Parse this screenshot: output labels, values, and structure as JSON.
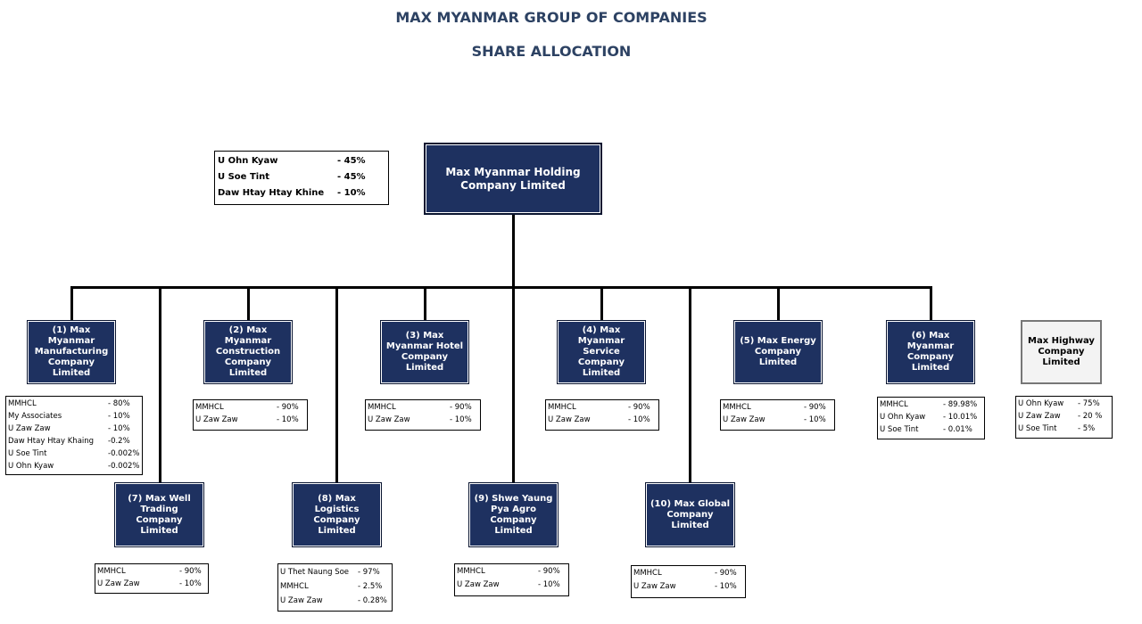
{
  "header": {
    "title": "MAX MYANMAR GROUP OF COMPANIES",
    "subtitle": "SHARE ALLOCATION"
  },
  "holding": {
    "name": "Max Myanmar Holding Company Limited",
    "owners": [
      {
        "name": "U Ohn Kyaw",
        "pct": "- 45%"
      },
      {
        "name": "U Soe Tint",
        "pct": "- 45%"
      },
      {
        "name": "Daw Htay Htay Khine",
        "pct": "- 10%"
      }
    ]
  },
  "companies": [
    {
      "name": "(1) Max Myanmar Manufacturing Company Limited",
      "shares": [
        {
          "name": "MMHCL",
          "pct": "- 80%"
        },
        {
          "name": "My Associates",
          "pct": "- 10%"
        },
        {
          "name": "U Zaw Zaw",
          "pct": "- 10%"
        },
        {
          "name": "Daw Htay Htay Khaing",
          "pct": "-0.2%"
        },
        {
          "name": "U Soe Tint",
          "pct": "-0.002%"
        },
        {
          "name": "U Ohn Kyaw",
          "pct": "-0.002%"
        }
      ]
    },
    {
      "name": "(2) Max Myanmar Construction Company Limited",
      "shares": [
        {
          "name": "MMHCL",
          "pct": "- 90%"
        },
        {
          "name": "U Zaw Zaw",
          "pct": "- 10%"
        }
      ]
    },
    {
      "name": "(3) Max Myanmar Hotel Company Limited",
      "shares": [
        {
          "name": "MMHCL",
          "pct": "- 90%"
        },
        {
          "name": "U Zaw Zaw",
          "pct": "- 10%"
        }
      ]
    },
    {
      "name": "(4) Max Myanmar Service Company Limited",
      "shares": [
        {
          "name": "MMHCL",
          "pct": "- 90%"
        },
        {
          "name": "U Zaw Zaw",
          "pct": "- 10%"
        }
      ]
    },
    {
      "name": "(5) Max Energy Company Limited",
      "shares": [
        {
          "name": "MMHCL",
          "pct": "- 90%"
        },
        {
          "name": "U Zaw Zaw",
          "pct": "- 10%"
        }
      ]
    },
    {
      "name": "(6) Max Myanmar Company Limited",
      "shares": [
        {
          "name": "MMHCL",
          "pct": "- 89.98%"
        },
        {
          "name": "U Ohn Kyaw",
          "pct": "- 10.01%"
        },
        {
          "name": "U Soe Tint",
          "pct": "- 0.01%"
        }
      ]
    },
    {
      "name": "Max Highway Company Limited",
      "shares": [
        {
          "name": "U Ohn Kyaw",
          "pct": "- 75%"
        },
        {
          "name": "U Zaw Zaw",
          "pct": "- 20 %"
        },
        {
          "name": "U Soe Tint",
          "pct": "- 5%"
        }
      ]
    },
    {
      "name": "(7) Max Well Trading Company Limited",
      "shares": [
        {
          "name": "MMHCL",
          "pct": "- 90%"
        },
        {
          "name": "U Zaw Zaw",
          "pct": "- 10%"
        }
      ]
    },
    {
      "name": "(8) Max Logistics Company Limited",
      "shares": [
        {
          "name": "U Thet Naung Soe",
          "pct": "- 97%"
        },
        {
          "name": "MMHCL",
          "pct": "- 2.5%"
        },
        {
          "name": "U Zaw Zaw",
          "pct": "- 0.28%"
        }
      ]
    },
    {
      "name": "(9) Shwe Yaung Pya Agro Company Limited",
      "shares": [
        {
          "name": "MMHCL",
          "pct": "- 90%"
        },
        {
          "name": "U Zaw Zaw",
          "pct": "- 10%"
        }
      ]
    },
    {
      "name": "(10) Max Global Company Limited",
      "shares": [
        {
          "name": "MMHCL",
          "pct": "- 90%"
        },
        {
          "name": "U Zaw Zaw",
          "pct": "- 10%"
        }
      ]
    }
  ]
}
